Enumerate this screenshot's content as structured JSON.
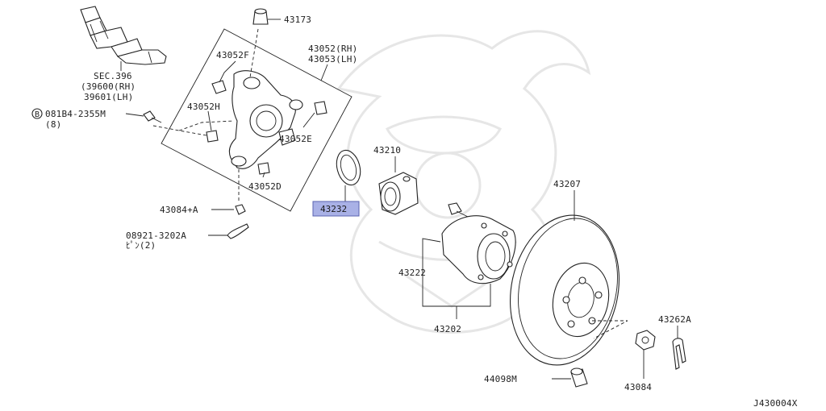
{
  "diagram": {
    "labels": {
      "p43173": "43173",
      "p43052f": "43052F",
      "p43052rh": "43052(RH)",
      "p43053lh": "43053(LH)",
      "sec396": "SEC.396",
      "p39600": "(39600(RH)",
      "p39601": "39601(LH)",
      "bolt_b": "B",
      "bolt_num": "081B4-2355M",
      "bolt_qty": "(8)",
      "p43052h": "43052H",
      "p43052e": "43052E",
      "p43210": "43210",
      "p43207": "43207",
      "p43232": "43232",
      "p43052d": "43052D",
      "p43084a": "43084+A",
      "pin_num": "08921-3202A",
      "pin_qty": "ﾋﾟﾝ(2)",
      "p43222": "43222",
      "p43202": "43202",
      "p43262a": "43262A",
      "p44098m": "44098M",
      "p43084": "43084",
      "diagram_id": "J430004X"
    },
    "highlight_color": "#a9b1e6",
    "highlight_border": "#5a63b0"
  }
}
